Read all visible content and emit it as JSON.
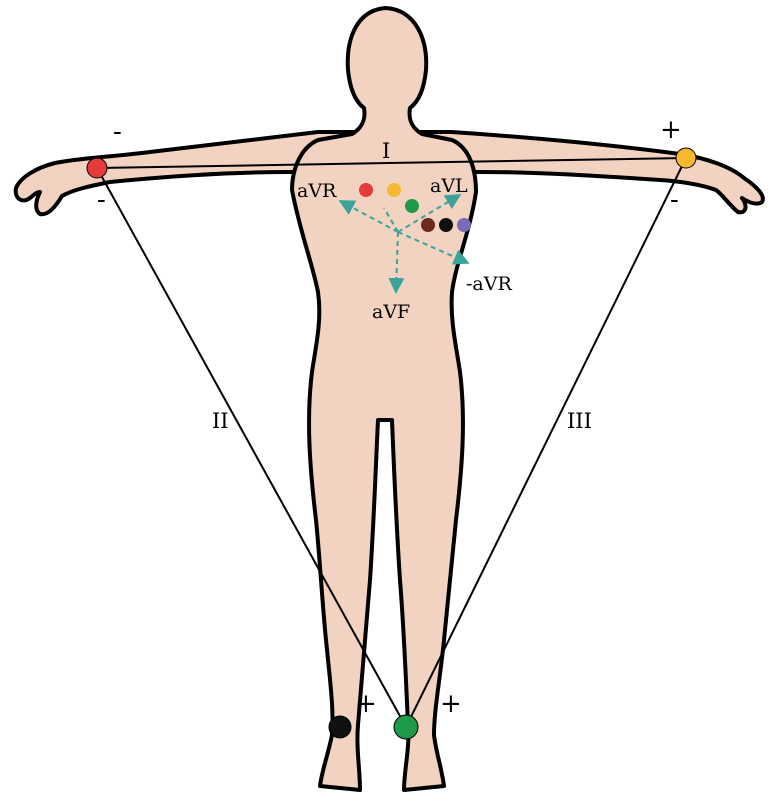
{
  "diagram": {
    "lead_labels": {
      "I": "I",
      "II": "II",
      "III": "III"
    },
    "augmented_labels": {
      "aVR": "aVR",
      "aVL": "aVL",
      "aVF": "aVF",
      "neg_aVR": "-aVR"
    },
    "signs": {
      "right_arm_top": "-",
      "right_arm_bottom": "-",
      "left_arm_top": "+",
      "left_arm_bottom": "-",
      "right_leg": "+",
      "left_leg": "+"
    },
    "colors": {
      "skin": "#f2d2c0",
      "outline": "#000000",
      "axis_arrows": "#3aa39a",
      "electrode_right_arm": "#e53b3b",
      "electrode_left_arm": "#f5b82e",
      "electrode_left_leg": "#1f9a4a",
      "electrode_right_leg": "#111111",
      "chest_v1": "#e53b3b",
      "chest_v2": "#f5b82e",
      "chest_v3": "#1f9a4a",
      "chest_v4": "#6b2a1e",
      "chest_v5": "#111111",
      "chest_v6": "#7b6ab8"
    }
  }
}
